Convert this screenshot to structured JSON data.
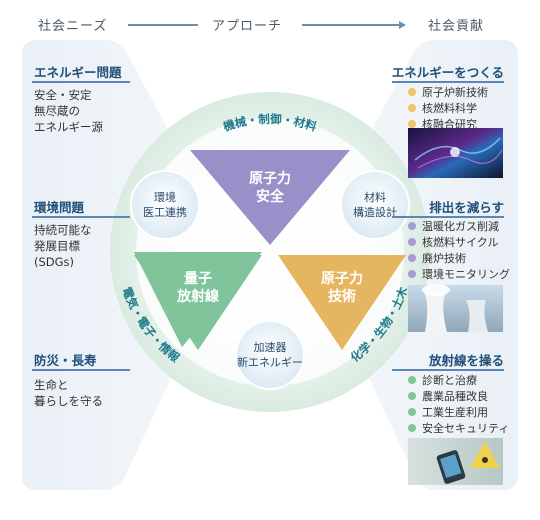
{
  "header": {
    "left": "社会ニーズ",
    "center": "アプローチ",
    "right": "社会貢献"
  },
  "left_panel": {
    "sections": [
      {
        "title": "エネルギー問題",
        "lines": [
          "安全・安定",
          "無尽蔵の",
          "エネルギー源"
        ]
      },
      {
        "title": "環境問題",
        "lines": [
          "持続可能な",
          "発展目標",
          "(SDGs)"
        ]
      },
      {
        "title": "防災・長寿",
        "lines": [
          "生命と",
          "暮らしを守る"
        ]
      }
    ]
  },
  "center": {
    "ring_labels": {
      "top": "機械・制御・材料",
      "left": "電気・電子・情報",
      "right": "化学・生物・土木"
    },
    "triangles": {
      "top": {
        "line1": "原子力",
        "line2": "安全",
        "color": "#9b8fc9"
      },
      "left": {
        "line1": "量子",
        "line2": "放射線",
        "color": "#7fc49a"
      },
      "right": {
        "line1": "原子力",
        "line2": "技術",
        "color": "#e6b55f"
      }
    },
    "circles": {
      "left": {
        "line1": "環境",
        "line2": "医工連携"
      },
      "right": {
        "line1": "材料",
        "line2": "構造設計"
      },
      "bottom": {
        "line1": "加速器",
        "line2": "新エネルギー"
      }
    }
  },
  "right_panel": {
    "sections": [
      {
        "title": "エネルギーをつくる",
        "dot_color": "#f2c46a",
        "items": [
          "原子炉新技術",
          "核燃料科学",
          "核融合研究"
        ]
      },
      {
        "title": "排出を減らす",
        "dot_color": "#a79bd6",
        "items": [
          "温暖化ガス削減",
          "核燃料サイクル",
          "廃炉技術",
          "環境モニタリング"
        ]
      },
      {
        "title": "放射線を操る",
        "dot_color": "#7cc794",
        "items": [
          "診断と治療",
          "農業品種改良",
          "工業生産利用",
          "安全セキュリティ"
        ]
      }
    ]
  },
  "colors": {
    "panel_bg": "#eef3f7",
    "accent_blue": "#1f4e79",
    "ring_bg": "#e2efe6"
  }
}
